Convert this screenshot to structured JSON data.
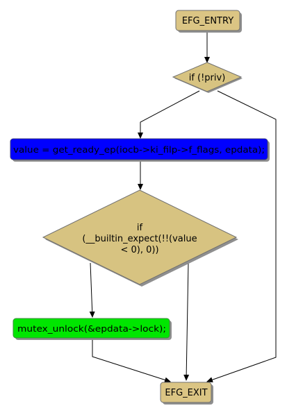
{
  "colors": {
    "terminal_fill": "#dbc584",
    "decision_fill": "#d7c381",
    "statement_blue": "#0000ff",
    "statement_green": "#00e600",
    "shadow": "#8f8f8f",
    "border": "#6f6f6f",
    "edge": "#000000"
  },
  "nodes": {
    "entry": {
      "label": "EFG_ENTRY",
      "shape": "rounded-rectangle"
    },
    "decision_priv": {
      "label": "if (!priv)",
      "shape": "diamond"
    },
    "statement_value": {
      "label": "value = get_ready_ep(iocb->ki_filp->f_flags, epdata);",
      "shape": "rounded-rectangle"
    },
    "decision_expect": {
      "shape": "diamond",
      "lines": [
        "if",
        "(__builtin_expect(!!(value",
        "< 0), 0))"
      ]
    },
    "statement_unlock": {
      "label": "mutex_unlock(&epdata->lock);",
      "shape": "rounded-rectangle"
    },
    "exit": {
      "label": "EFG_EXIT",
      "shape": "rounded-rectangle"
    }
  },
  "edges": [
    {
      "from": "entry",
      "to": "decision_priv"
    },
    {
      "from": "decision_priv",
      "to": "statement_value"
    },
    {
      "from": "decision_priv",
      "to": "exit"
    },
    {
      "from": "statement_value",
      "to": "decision_expect"
    },
    {
      "from": "decision_expect",
      "to": "statement_unlock"
    },
    {
      "from": "decision_expect",
      "to": "exit"
    },
    {
      "from": "statement_unlock",
      "to": "exit"
    }
  ]
}
